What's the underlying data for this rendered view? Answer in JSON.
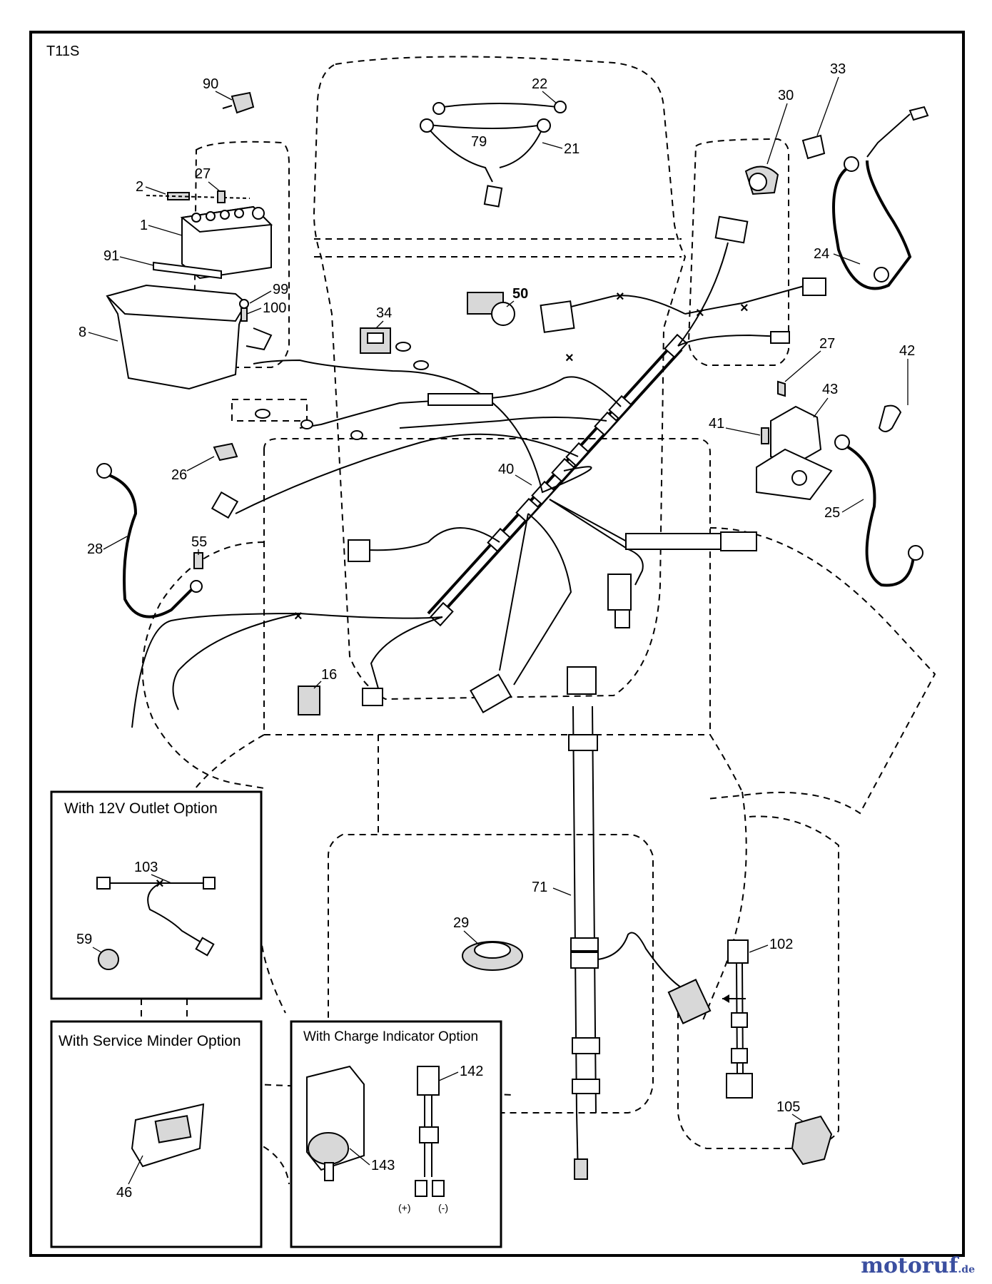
{
  "diagram_id": "T11S",
  "part_numbers": {
    "p1": "1",
    "p2": "2",
    "p8": "8",
    "p16": "16",
    "p21": "21",
    "p22": "22",
    "p24": "24",
    "p25": "25",
    "p26": "26",
    "p27a": "27",
    "p27b": "27",
    "p28": "28",
    "p29": "29",
    "p30": "30",
    "p33": "33",
    "p34": "34",
    "p40": "40",
    "p41": "41",
    "p42": "42",
    "p43": "43",
    "p46": "46",
    "p50": "50",
    "p55": "55",
    "p59": "59",
    "p71": "71",
    "p79": "79",
    "p90": "90",
    "p91": "91",
    "p99": "99",
    "p100": "100",
    "p102": "102",
    "p103": "103",
    "p105": "105",
    "p142": "142",
    "p143": "143"
  },
  "option_boxes": {
    "outlet_12v": "With 12V Outlet Option",
    "service_minder": "With Service Minder Option",
    "charge_indicator": "With Charge Indicator Option"
  },
  "polarity": {
    "plus": "(+)",
    "minus": "(-)"
  },
  "brand": {
    "name_a": "motoruf",
    "name_b": "",
    "tld": ".de"
  }
}
